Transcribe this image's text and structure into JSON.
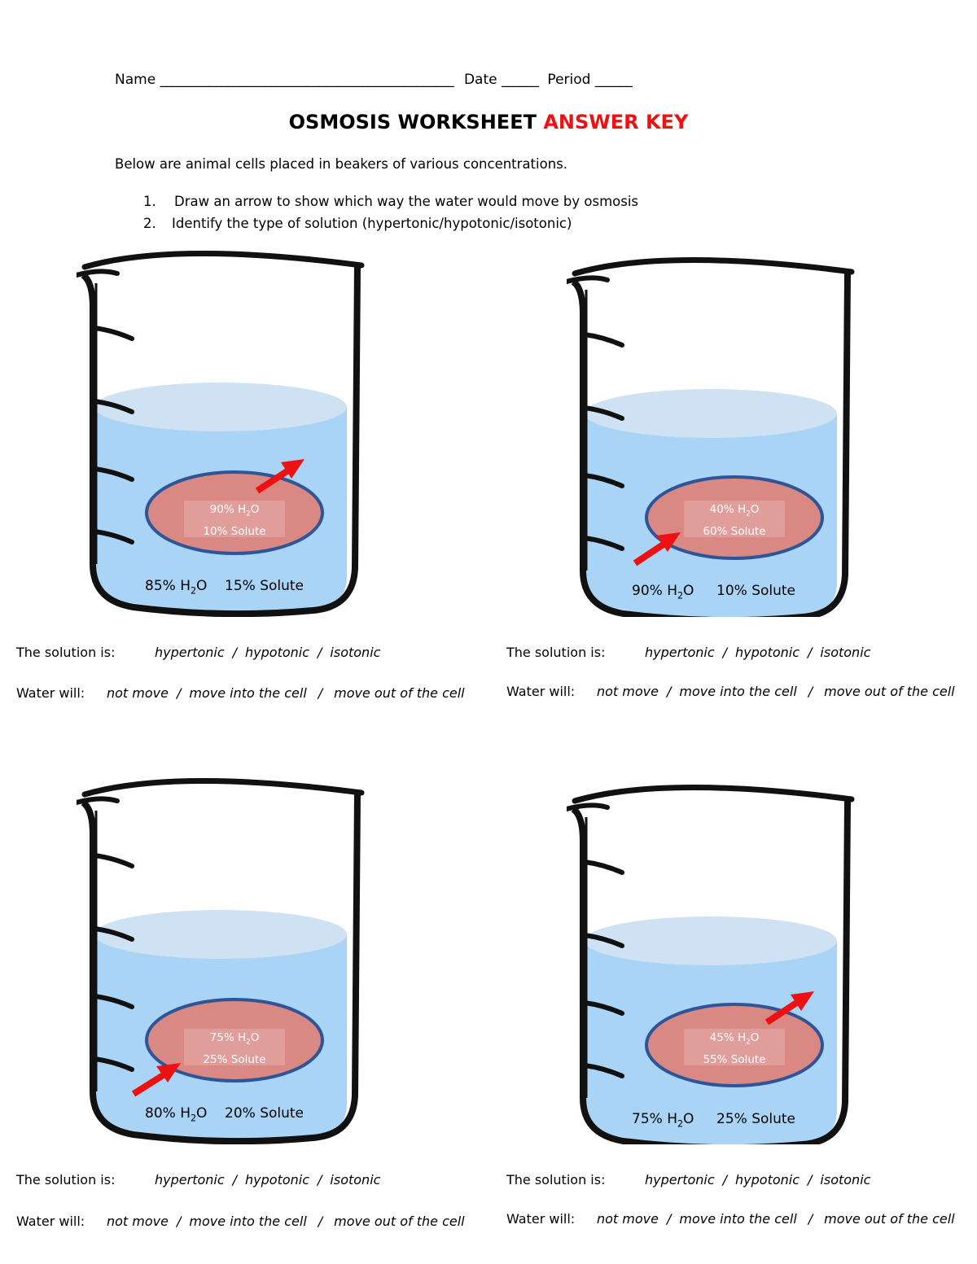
{
  "header": {
    "name_label": "Name",
    "name_blank": "________________________________________________",
    "date_label": "Date",
    "date_blank": "______",
    "period_label": "Period",
    "period_blank": "______"
  },
  "title": {
    "main": "OSMOSIS WORKSHEET",
    "key": "ANSWER KEY"
  },
  "intro": "Below are animal cells placed in beakers of various concentrations.",
  "instructions": [
    {
      "num": "1.",
      "text": "Draw an arrow to show which way the water would move by osmosis"
    },
    {
      "num": "2.",
      "text": "Identify the type of solution (hypertonic/hypotonic/isotonic)"
    }
  ],
  "colors": {
    "water": "#a9d4f5",
    "water_top": "#cfe2f3",
    "cell": "#d98883",
    "cell_border": "#2f5597",
    "arrow": "#ee1111"
  },
  "icons": [
    "beaker-icon",
    "arrow-icon"
  ],
  "questions": {
    "solution_label": "The solution is:",
    "solution_options": [
      "hypertonic",
      "hypotonic",
      "isotonic"
    ],
    "water_label": "Water will:",
    "water_options": [
      "not move",
      "move into the cell",
      "move out of the cell"
    ]
  },
  "beakers": [
    {
      "cell_h2o": "90%",
      "cell_solute": "10% Solute",
      "sol_h2o": "85%",
      "sol_solute": "15% Solute",
      "arrow": "out"
    },
    {
      "cell_h2o": "40%",
      "cell_solute": "60% Solute",
      "sol_h2o": "90%",
      "sol_solute": "10% Solute",
      "arrow": "in"
    },
    {
      "cell_h2o": "75%",
      "cell_solute": "25% Solute",
      "sol_h2o": "80%",
      "sol_solute": "20% Solute",
      "arrow": "in"
    },
    {
      "cell_h2o": "45%",
      "cell_solute": "55% Solute",
      "sol_h2o": "75%",
      "sol_solute": "25% Solute",
      "arrow": "out"
    }
  ],
  "h2o_suffix": "H",
  "h2o_sub": "2",
  "h2o_o": "O"
}
